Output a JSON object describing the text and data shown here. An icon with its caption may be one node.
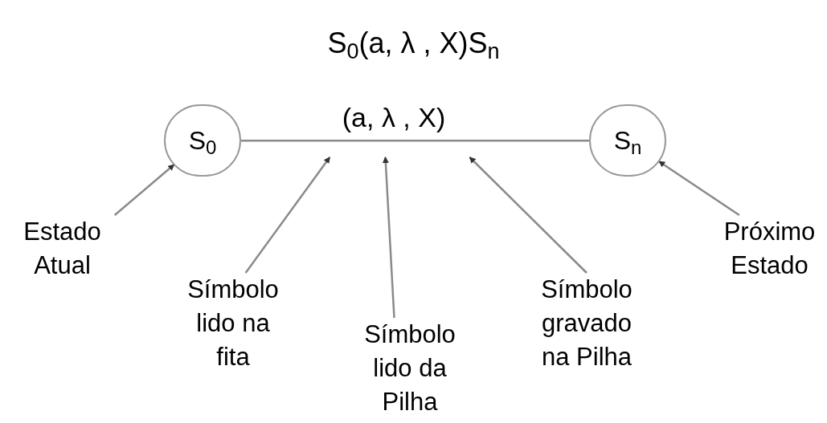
{
  "diagram": {
    "title": "S$_{0}$(a, λ , X)S$_{n}$",
    "nodes": [
      {
        "text": [
          "S$_{0}$"
        ]
      },
      {
        "text": [
          "(a, λ , X)"
        ]
      },
      {
        "text": [
          "S$_{n}$"
        ]
      },
      {
        "text": [
          "Estado Atual"
        ]
      },
      {
        "text": [
          "Símbolo lido na fita"
        ]
      },
      {
        "text": [
          "Símbolo lido da Pilha"
        ]
      },
      {
        "text": [
          "Símbolo gravado na Pilha"
        ]
      },
      {
        "text": [
          "Próximo Estado"
        ]
      }
    ],
    "edges": [
      {
        "from": 0,
        "to": 2,
        "arrow": "none"
      },
      {
        "from": 3,
        "to": 0,
        "arrow": "to"
      },
      {
        "from": 4,
        "to": 1,
        "arrow": "to"
      },
      {
        "from": 5,
        "to": 1,
        "arrow": "to"
      },
      {
        "from": 6,
        "to": 1,
        "arrow": "to"
      },
      {
        "from": 7,
        "to": 2,
        "arrow": "to"
      }
    ]
  }
}
